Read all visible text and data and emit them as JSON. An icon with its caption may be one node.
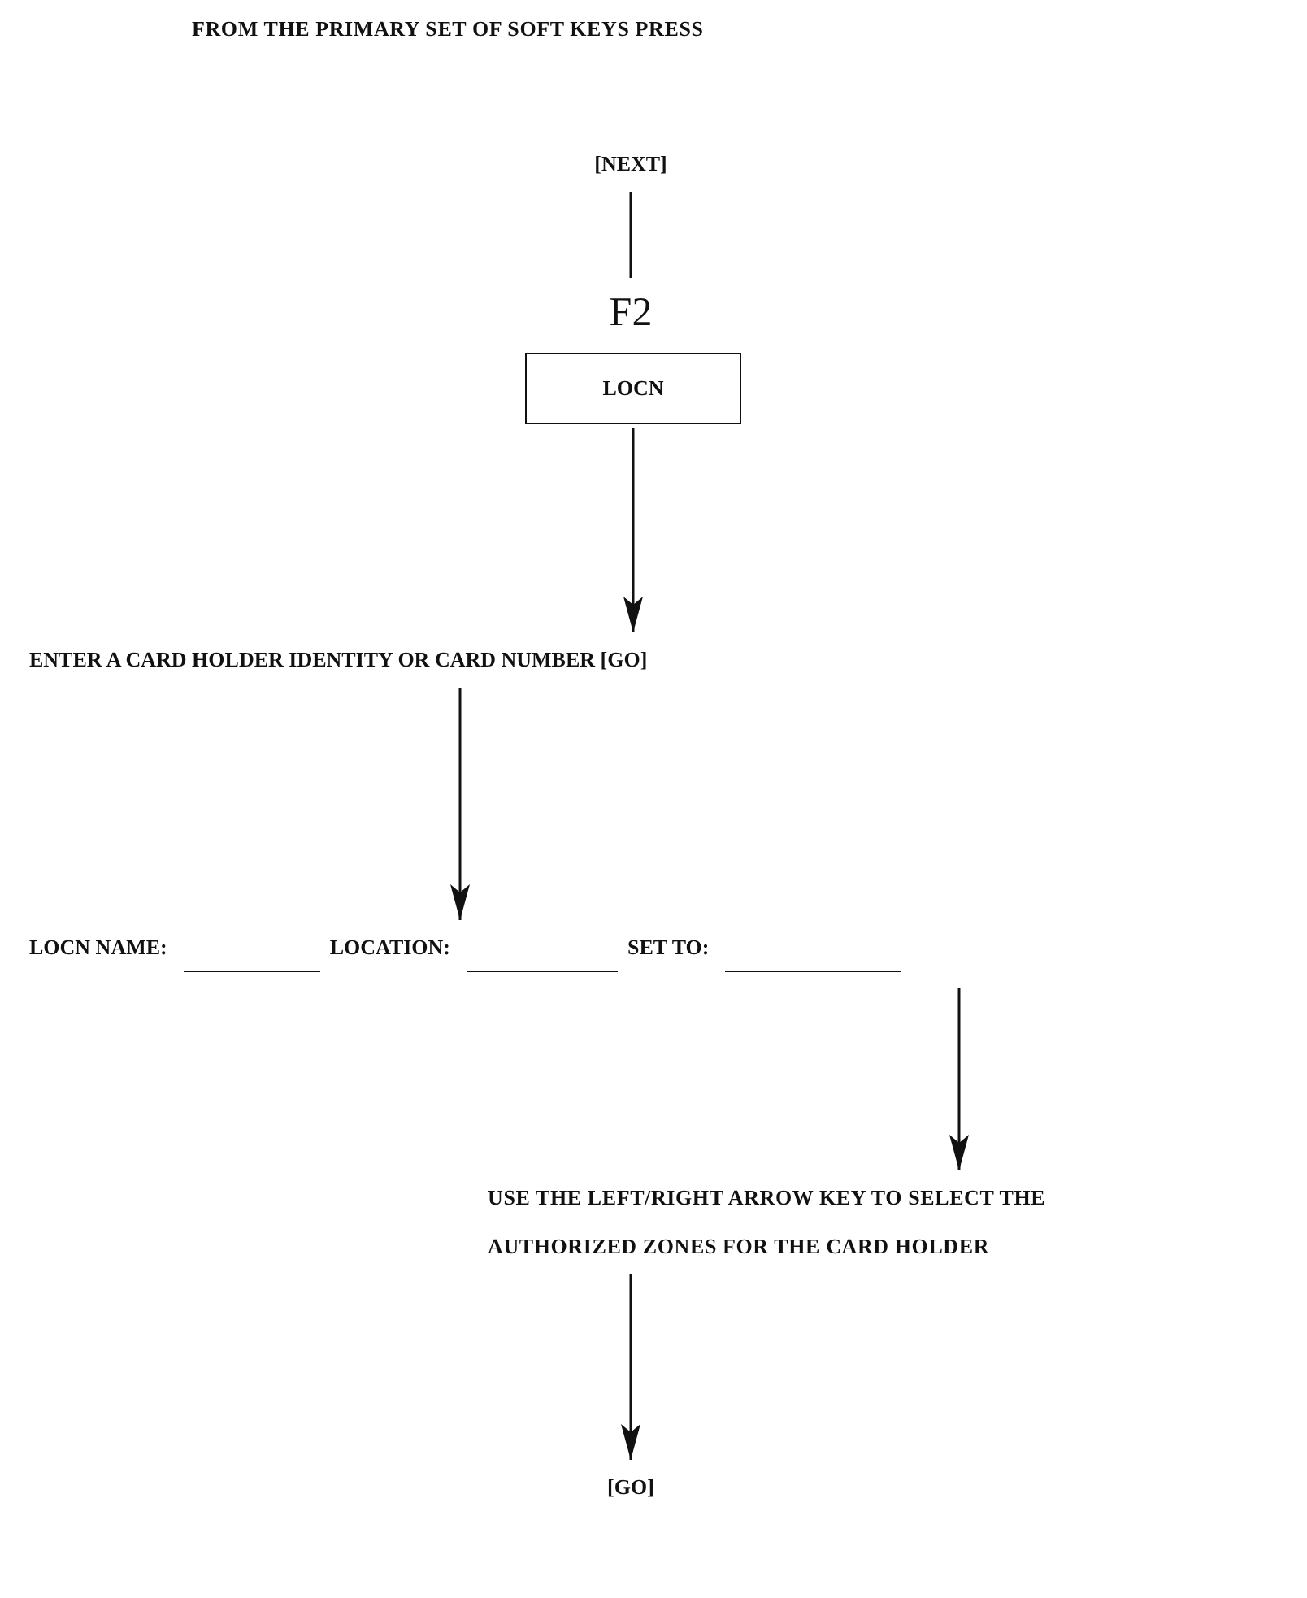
{
  "diagram": {
    "nodes": [
      {
        "text": [
          "[NEXT]"
        ]
      },
      {
        "text": [
          "F2"
        ]
      },
      {
        "text": [
          "LOCN"
        ]
      },
      {
        "text": [
          "ENTER A CARD HOLDER IDENTITY OR CARD NUMBER [GO]"
        ]
      },
      {
        "text": [
          "LOCN NAME:",
          "LOCATION:",
          "SET TO:"
        ]
      },
      {
        "text": [
          "USE THE LEFT/RIGHT ARROW KEY TO SELECT THE AUTHORIZED ZONES FOR THE CARD HOLDER"
        ]
      },
      {
        "text": [
          "[GO]"
        ]
      }
    ],
    "edges": [
      {
        "from": 0,
        "to": 1,
        "arrow": "none"
      },
      {
        "from": 2,
        "to": 3,
        "arrow": "to"
      },
      {
        "from": 3,
        "to": 4,
        "arrow": "to"
      },
      {
        "from": 4,
        "to": 5,
        "arrow": "to"
      },
      {
        "from": 5,
        "to": 6,
        "arrow": "to"
      }
    ],
    "labels": [
      "FROM THE PRIMARY SET OF SOFT KEYS PRESS"
    ]
  }
}
